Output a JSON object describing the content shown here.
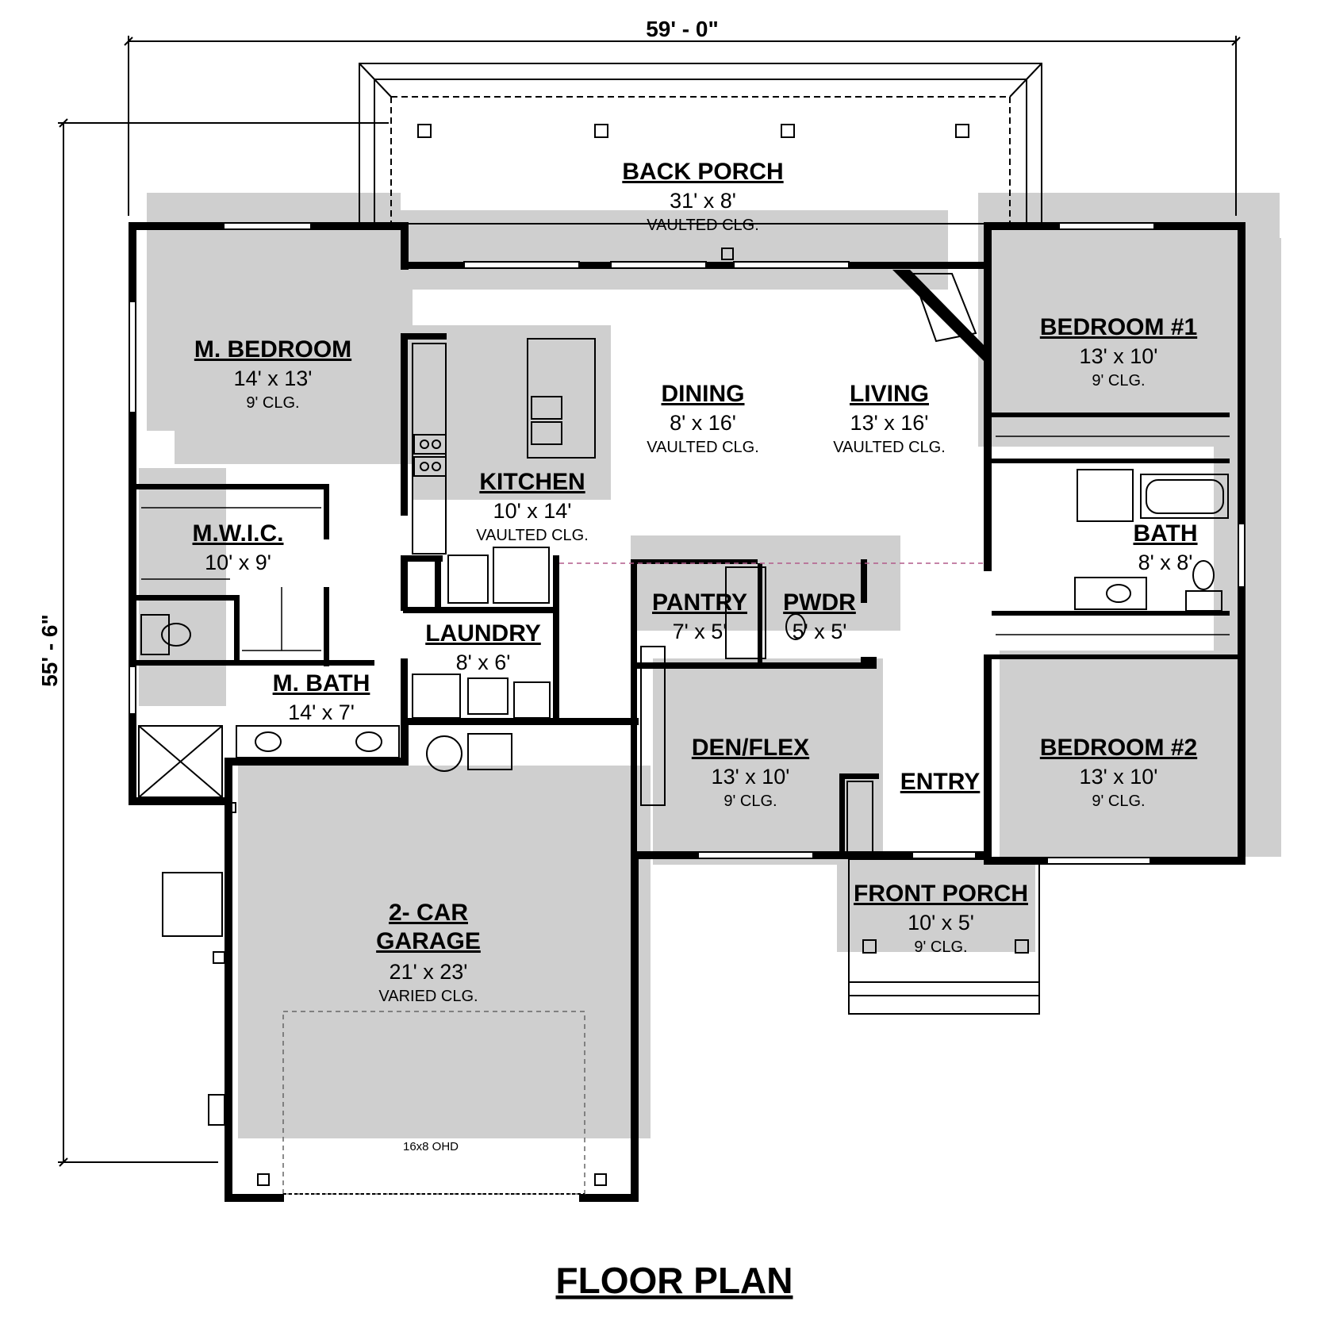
{
  "overall": {
    "width": "59' - 0\"",
    "depth": "55' - 6\""
  },
  "title": "FLOOR PLAN",
  "rooms": {
    "back_porch": {
      "name": "BACK PORCH",
      "size": "31' x 8'",
      "ceiling": "VAULTED CLG."
    },
    "m_bedroom": {
      "name": "M. BEDROOM",
      "size": "14' x 13'",
      "ceiling": "9' CLG."
    },
    "dining": {
      "name": "DINING",
      "size": "8' x 16'",
      "ceiling": "VAULTED CLG."
    },
    "living": {
      "name": "LIVING",
      "size": "13' x 16'",
      "ceiling": "VAULTED CLG."
    },
    "bedroom1": {
      "name": "BEDROOM #1",
      "size": "13' x 10'",
      "ceiling": "9' CLG."
    },
    "kitchen": {
      "name": "KITCHEN",
      "size": "10' x 14'",
      "ceiling": "VAULTED CLG."
    },
    "mwic": {
      "name": "M.W.I.C.",
      "size": "10' x 9'"
    },
    "bath": {
      "name": "BATH",
      "size": "8' x 8'"
    },
    "pantry": {
      "name": "PANTRY",
      "size": "7' x 5'"
    },
    "pwdr": {
      "name": "PWDR",
      "size": "5' x 5'"
    },
    "laundry": {
      "name": "LAUNDRY",
      "size": "8' x 6'"
    },
    "m_bath": {
      "name": "M. BATH",
      "size": "14' x 7'"
    },
    "den_flex": {
      "name": "DEN/FLEX",
      "size": "13' x 10'",
      "ceiling": "9' CLG."
    },
    "entry": {
      "name": "ENTRY"
    },
    "bedroom2": {
      "name": "BEDROOM #2",
      "size": "13' x 10'",
      "ceiling": "9' CLG."
    },
    "front_porch": {
      "name": "FRONT PORCH",
      "size": "10' x 5'",
      "ceiling": "9' CLG."
    },
    "garage": {
      "name_line1": "2- CAR",
      "name_line2": "GARAGE",
      "size": "21' x 23'",
      "ceiling": "VARIED CLG.",
      "door": "16x8 OHD"
    }
  }
}
